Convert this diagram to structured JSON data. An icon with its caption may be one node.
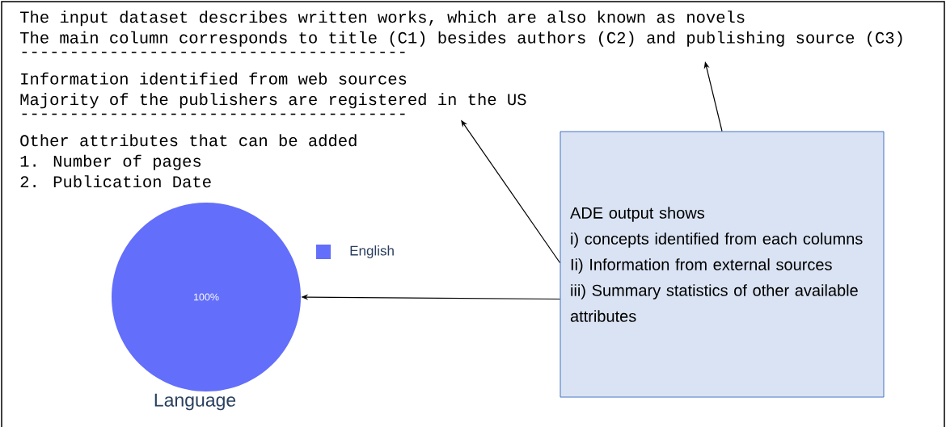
{
  "diagram": {
    "nodes": [
      {
        "text": [
          "ADE output shows",
          " i) concepts identified from each columns",
          "Ii) Information from external sources",
          "iii) Summary statistics of other available attributes"
        ]
      },
      {
        "text": [
          "The input dataset describes written works, which are also known as novels",
          "The main column corresponds to title (C1) besides authors (C2) and publishing source (C3)"
        ]
      },
      {
        "text": [
          "Information identified from web sources",
          "Majority of the publishers are registered in the US"
        ]
      },
      {
        "text": [
          "100%"
        ],
        "beside": [
          "Language"
        ]
      }
    ],
    "edges": [
      {
        "from": 0,
        "to": 1,
        "arrow": "to"
      },
      {
        "from": 0,
        "to": 2,
        "arrow": "to"
      },
      {
        "from": 0,
        "to": 3,
        "arrow": "to"
      }
    ],
    "labels": [
      "---------------------------------------",
      "---------------------------------------",
      "Other attributes that can be added",
      "1. Number of pages",
      "2. Publication Date"
    ],
    "legend": [
      {
        "text": "English",
        "color": "#636efa"
      }
    ]
  }
}
